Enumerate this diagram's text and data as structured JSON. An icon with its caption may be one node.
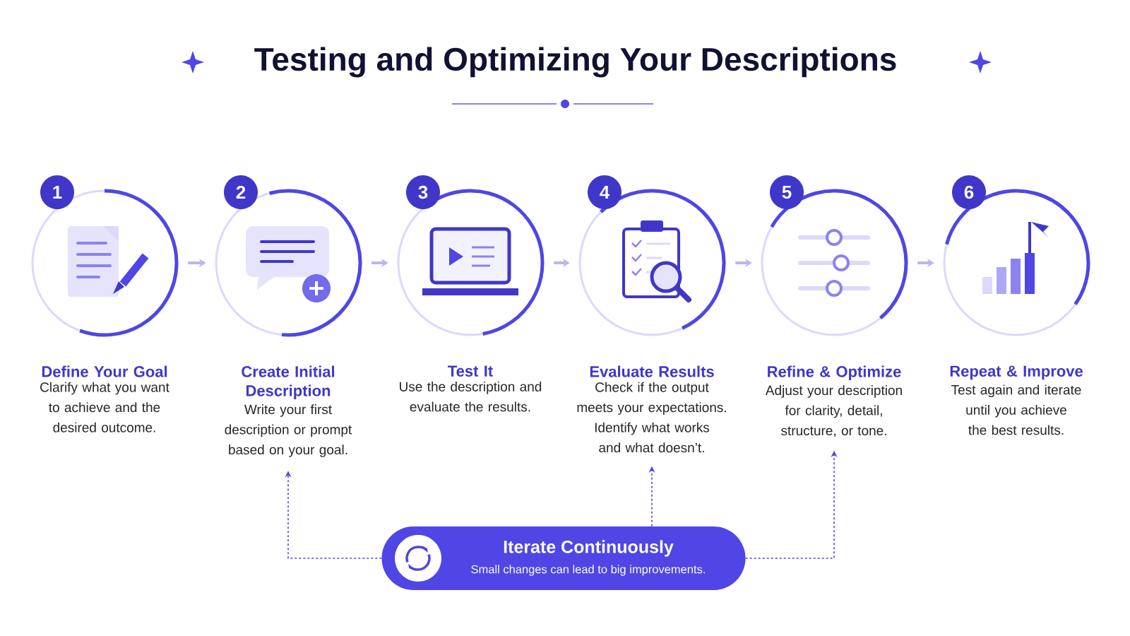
{
  "diagram": {
    "title": "Testing and Optimizing Your Descriptions",
    "nodes": [
      {
        "text": [
          "Define Your Goal",
          "Clarify what you want to achieve and the desired outcome."
        ],
        "beside": [
          "1"
        ]
      },
      {
        "text": [
          "Create Initial Description",
          "Write your first description or prompt based on your goal."
        ],
        "beside": [
          "2"
        ]
      },
      {
        "text": [
          "Test It",
          "Use the description and evaluate the results."
        ],
        "beside": [
          "3"
        ]
      },
      {
        "text": [
          "Evaluate Results",
          "Check if the output meets your expectations. Identify what works and what doesn’t."
        ],
        "beside": [
          "4"
        ]
      },
      {
        "text": [
          "Refine & Optimize",
          "Adjust your description for clarity, detail, structure, or tone."
        ],
        "beside": [
          "5"
        ]
      },
      {
        "text": [
          "Repeat & Improve",
          "Test again and iterate until you achieve the best results."
        ],
        "beside": [
          "6"
        ]
      },
      {
        "text": [
          "Iterate Continuously",
          "Small changes can lead to big improvements."
        ]
      }
    ],
    "edges": [
      {
        "from": 0,
        "to": 1,
        "arrow": "to"
      },
      {
        "from": 1,
        "to": 2,
        "arrow": "to"
      },
      {
        "from": 2,
        "to": 3,
        "arrow": "to"
      },
      {
        "from": 3,
        "to": 4,
        "arrow": "to"
      },
      {
        "from": 4,
        "to": 5,
        "arrow": "to"
      },
      {
        "from": 6,
        "to": 1,
        "arrow": "to",
        "style": "dashed",
        "color": "#4f46e5"
      },
      {
        "from": 6,
        "to": 3,
        "arrow": "to",
        "style": "dashed",
        "color": "#4f46e5"
      },
      {
        "from": 6,
        "to": 4,
        "arrow": "to",
        "style": "dashed",
        "color": "#4f46e5"
      }
    ]
  }
}
